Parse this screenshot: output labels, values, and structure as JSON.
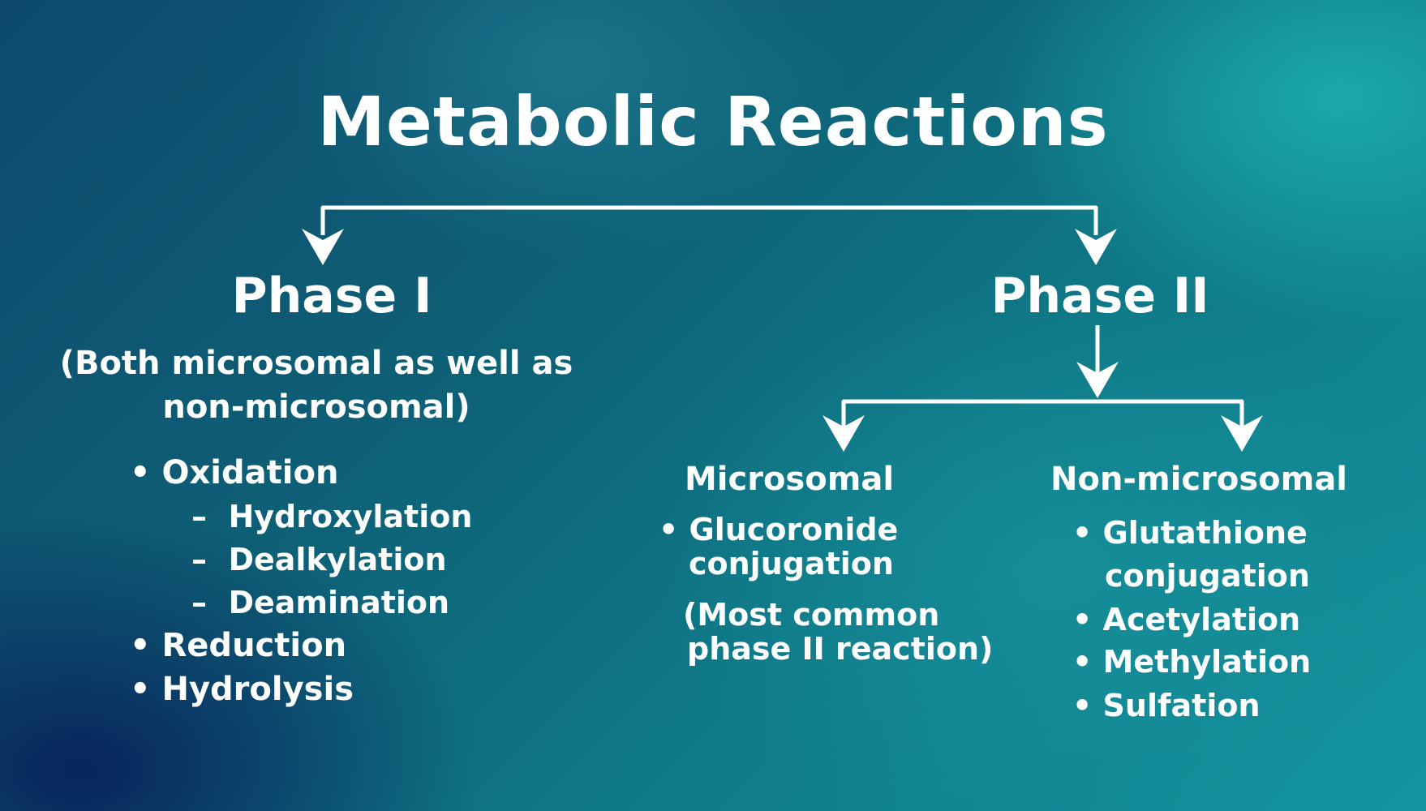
{
  "title": "Metabolic Reactions",
  "phase1": {
    "heading": "Phase I",
    "note_line1": "(Both microsomal as well as",
    "note_line2": "non-microsomal)",
    "items": [
      "Oxidation",
      "Reduction",
      "Hydrolysis"
    ],
    "oxidation_subitems": [
      "Hydroxylation",
      "Dealkylation",
      "Deamination"
    ]
  },
  "phase2": {
    "heading": "Phase II",
    "microsomal": {
      "heading": "Microsomal",
      "item_line1": "Glucoronide",
      "item_line2": "conjugation",
      "note_line1": "(Most common",
      "note_line2": "phase II reaction)"
    },
    "non_microsomal": {
      "heading": "Non-microsomal",
      "item1_line1": "Glutathione",
      "item1_line2": "conjugation",
      "items": [
        "Acetylation",
        "Methylation",
        "Sulfation"
      ]
    }
  },
  "colors": {
    "text": "#ffffff",
    "bg_dark": "#0a2a5a",
    "bg_teal": "#14a8a8"
  }
}
